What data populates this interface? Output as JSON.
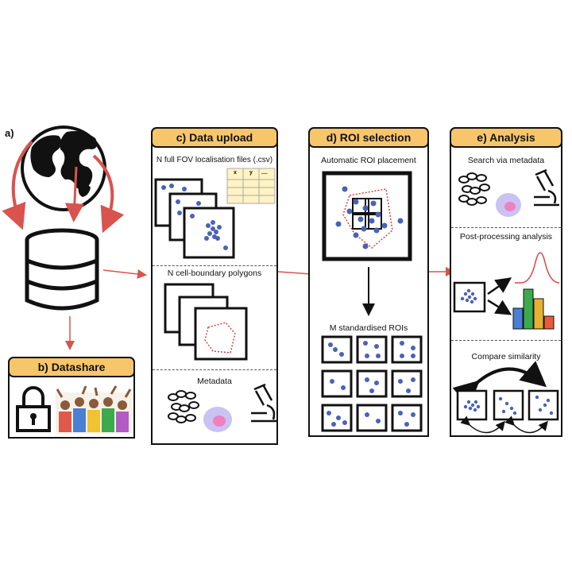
{
  "figure": {
    "label_a": "a)",
    "datashare": {
      "title": "b) Datashare"
    },
    "upload": {
      "title": "c) Data upload",
      "files_label": "N full FOV localisation files (.csv)",
      "table_headers": [
        "x",
        "y",
        "...."
      ],
      "polygons_label": "N cell-boundary polygons",
      "metadata_label": "Metadata"
    },
    "roi": {
      "title": "d) ROI selection",
      "auto_label": "Automatic ROI placement",
      "std_label": "M standardised ROIs"
    },
    "analysis": {
      "title": "e) Analysis",
      "search_label": "Search via metadata",
      "post_label": "Post-processing analysis",
      "compare_label": "Compare similarity"
    }
  },
  "colors": {
    "header_fill": "#f8c66a",
    "arrow_red": "#d9534f",
    "dot_blue": "#4a63b5",
    "polygon_red": "#e04040",
    "bar_colors": [
      "#4a7fd4",
      "#3aaa4a",
      "#e8b030",
      "#e85a3a"
    ]
  },
  "icons": [
    "globe-icon",
    "database-icon",
    "lock-icon",
    "crowd-icon",
    "dna-icon",
    "cell-icon",
    "microscope-icon"
  ]
}
